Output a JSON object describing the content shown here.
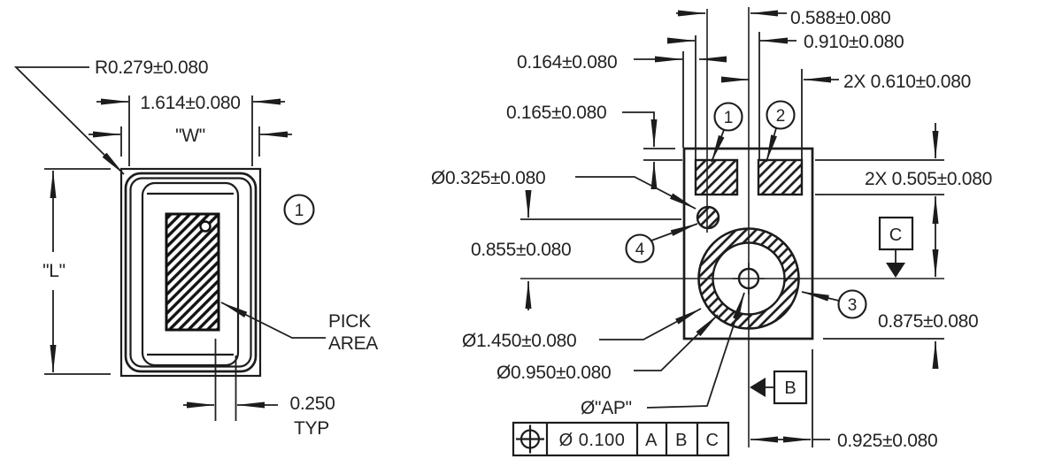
{
  "left_view": {
    "corner_radius_dim": "R0.279±0.080",
    "body_width_dim": "1.614±0.080",
    "width_ref": "\"W\"",
    "length_ref": "\"L\"",
    "pick_area_word_1": "PICK",
    "pick_area_word_2": "AREA",
    "typ_value": "0.250",
    "typ_suffix": "TYP",
    "balloon_1": "1"
  },
  "right_view": {
    "dim_hole_offset": "0.588±0.080",
    "dim_pad_pitch": "0.910±0.080",
    "dim_edge_to_pad": "0.164±0.080",
    "dim_pad_outer_span": "2X 0.610±0.080",
    "dim_top_clearance": "0.165±0.080",
    "dim_hole_dia": "Ø0.325±0.080",
    "dim_hole_to_center": "0.855±0.080",
    "dim_pad_height": "2X 0.505±0.080",
    "dim_center_to_bottom": "0.875±0.080",
    "dim_ring_outer_dia": "Ø1.450±0.080",
    "dim_ring_inner_dia": "Ø0.950±0.080",
    "dim_aperture_dia": "Ø\"AP\"",
    "dim_center_to_right_edge": "0.925±0.080",
    "balloon_1": "1",
    "balloon_2": "2",
    "balloon_3": "3",
    "balloon_4": "4",
    "datum_b": "B",
    "datum_c": "C"
  },
  "feature_control_frame": {
    "tolerance": "Ø 0.100",
    "datum_1": "A",
    "datum_2": "B",
    "datum_3": "C"
  }
}
